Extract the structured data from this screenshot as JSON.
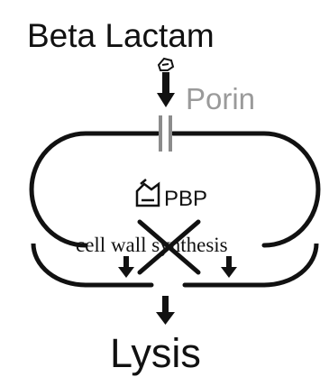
{
  "diagram": {
    "title": "Beta Lactam",
    "porin_label": "Porin",
    "pbp_label": "PBP",
    "process_label": "cell wall synthesis",
    "outcome_label": "Lysis",
    "icons": {
      "molecule": "beta-lactam-molecule-icon",
      "enzyme": "pbp-enzyme-icon",
      "block": "cross-out-icon"
    },
    "colors": {
      "ink": "#111111",
      "porin_text": "#9a9a9a",
      "porin_channel": "#8c8c8c",
      "background": "#ffffff"
    }
  }
}
